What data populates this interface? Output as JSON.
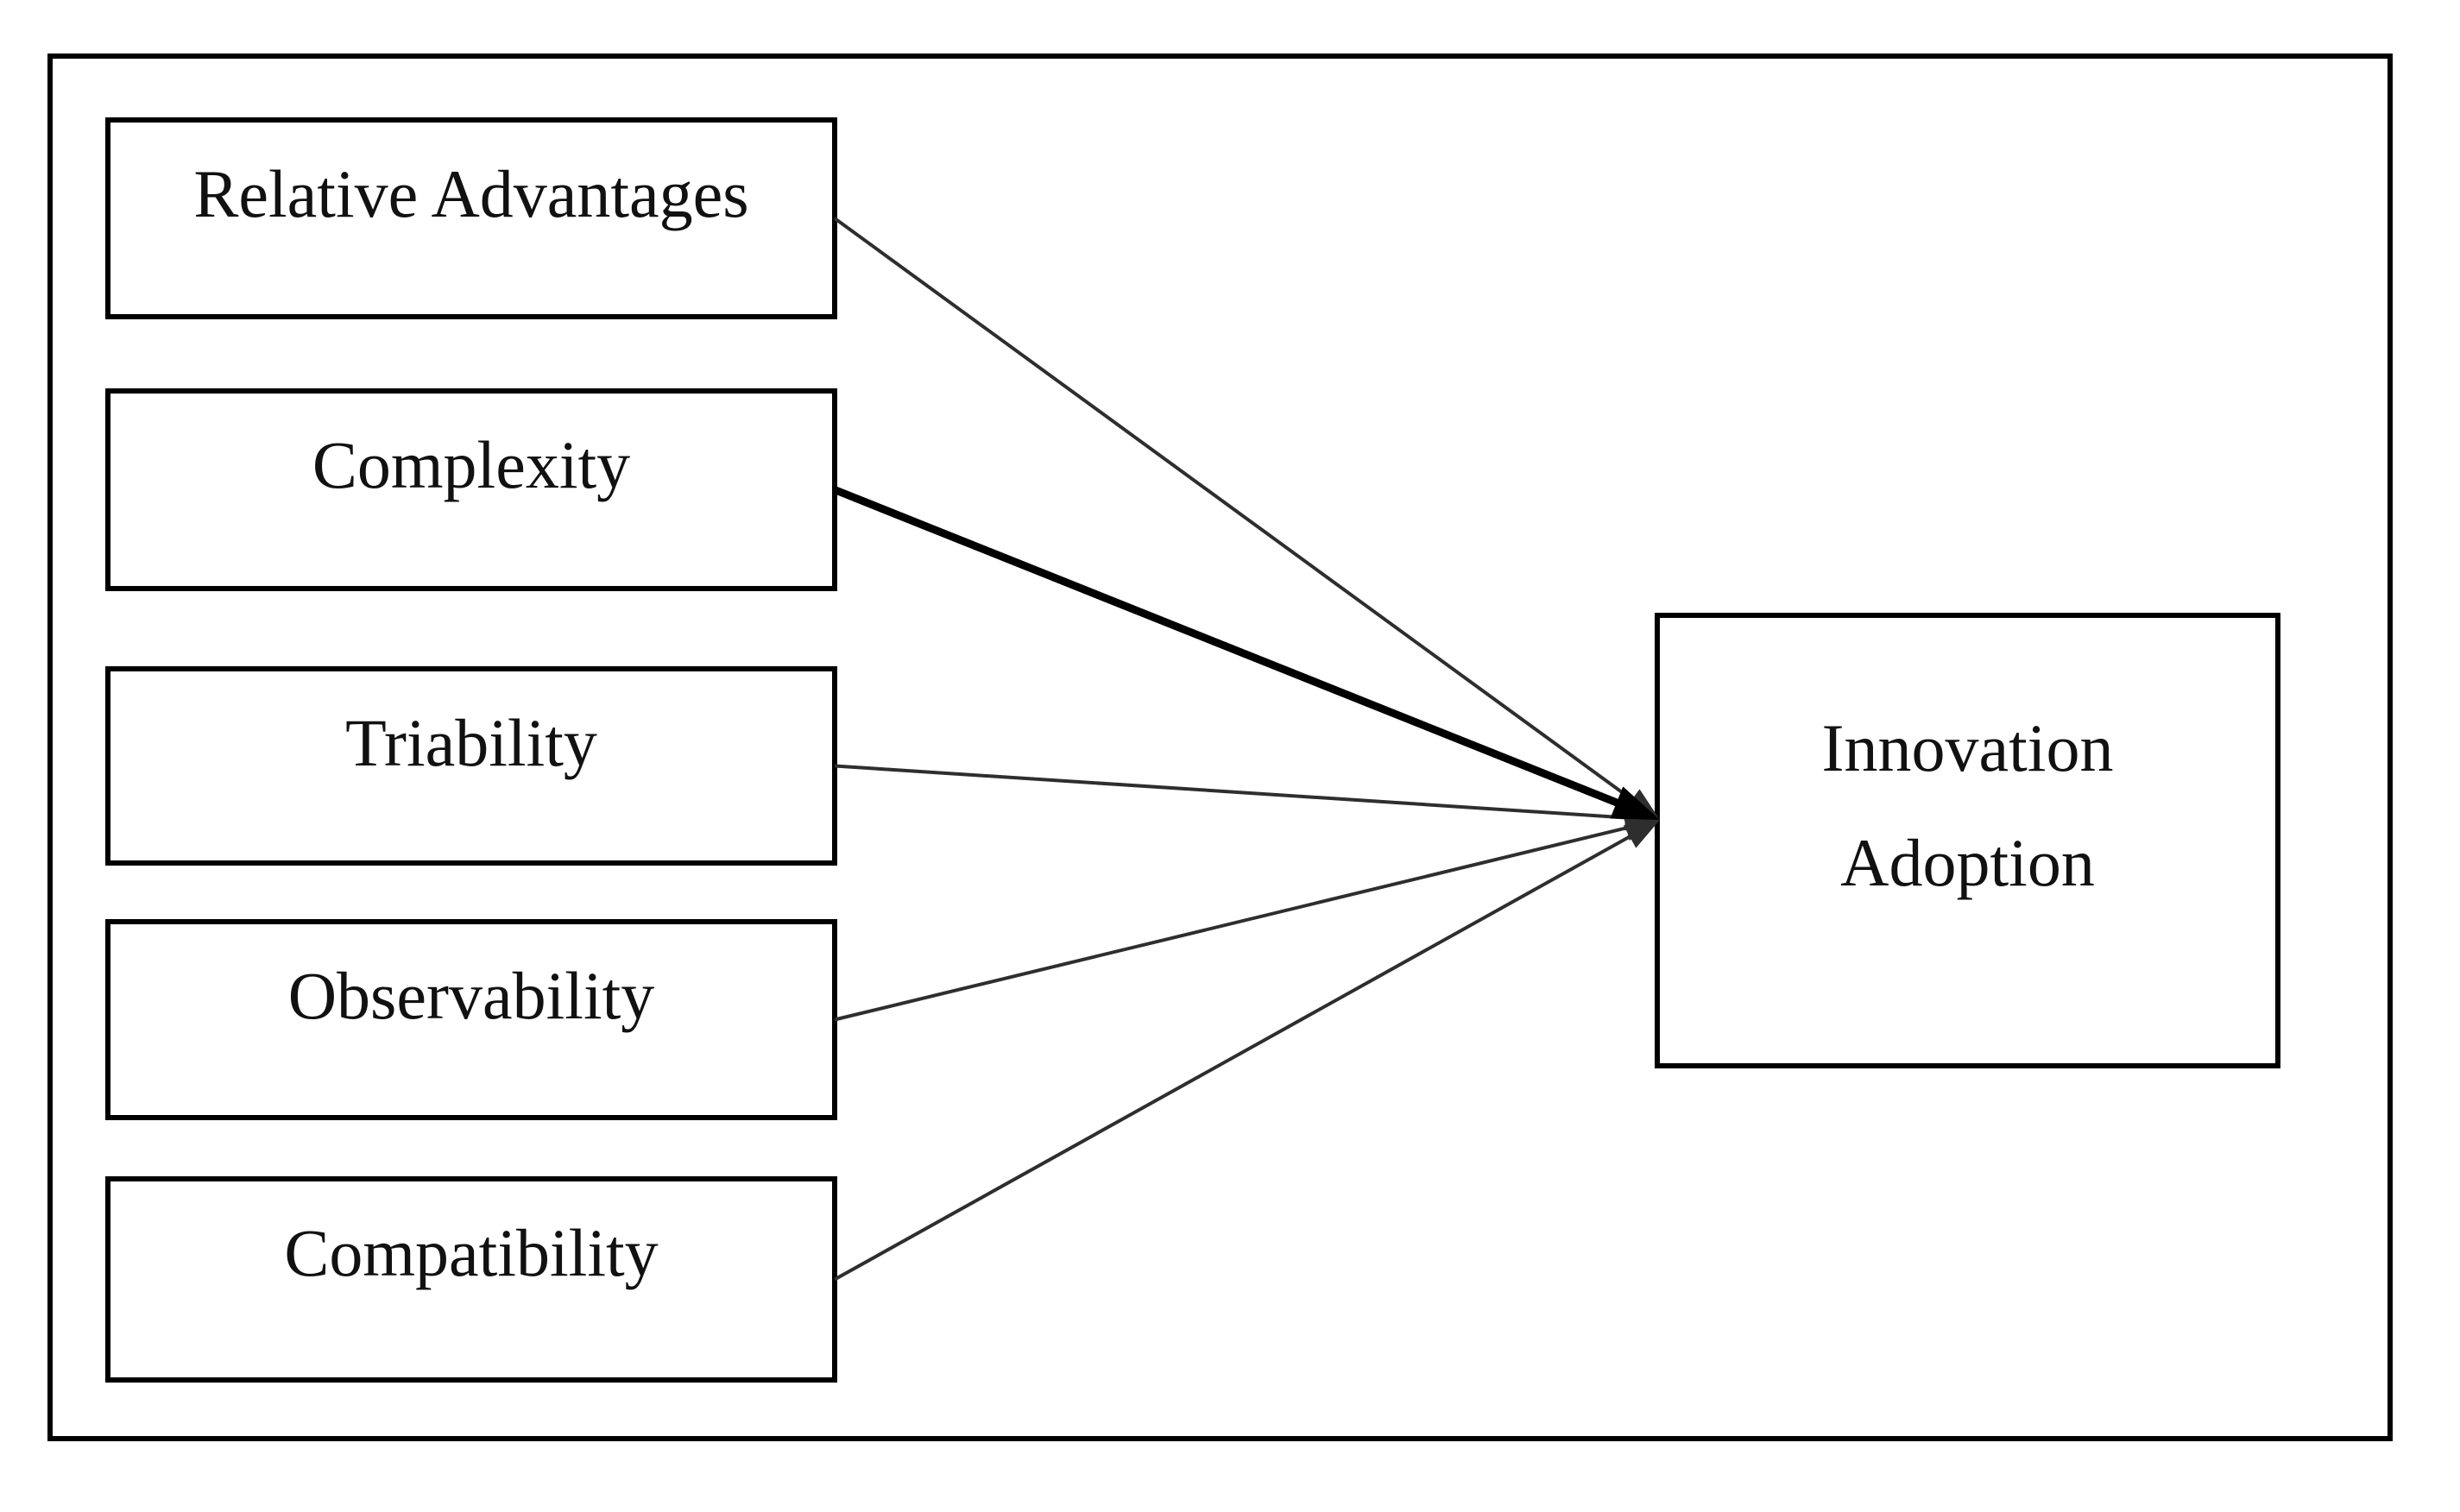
{
  "diagram": {
    "factors": [
      {
        "id": "relative-advantages",
        "label": "Relative Advantages"
      },
      {
        "id": "complexity",
        "label": "Complexity"
      },
      {
        "id": "triability",
        "label": "Triability"
      },
      {
        "id": "observability",
        "label": "Observability"
      },
      {
        "id": "compatibility",
        "label": "Compatibility"
      }
    ],
    "outcome": {
      "id": "innovation-adoption",
      "label": "Innovation Adoption",
      "label_lines": [
        "Innovation",
        "Adoption"
      ]
    },
    "connections": [
      {
        "from": "relative-advantages",
        "to": "innovation-adoption",
        "weight": "thin"
      },
      {
        "from": "triability",
        "to": "innovation-adoption",
        "weight": "thin"
      },
      {
        "from": "observability",
        "to": "innovation-adoption",
        "weight": "thin"
      },
      {
        "from": "compatibility",
        "to": "innovation-adoption",
        "weight": "thin"
      },
      {
        "from": "complexity",
        "to": "innovation-adoption",
        "weight": "thick"
      }
    ],
    "colors": {
      "background": "#ffffff",
      "border": "#000000",
      "text": "#111111",
      "line": "#2e2e2e",
      "line_emphasis": "#000000"
    }
  }
}
